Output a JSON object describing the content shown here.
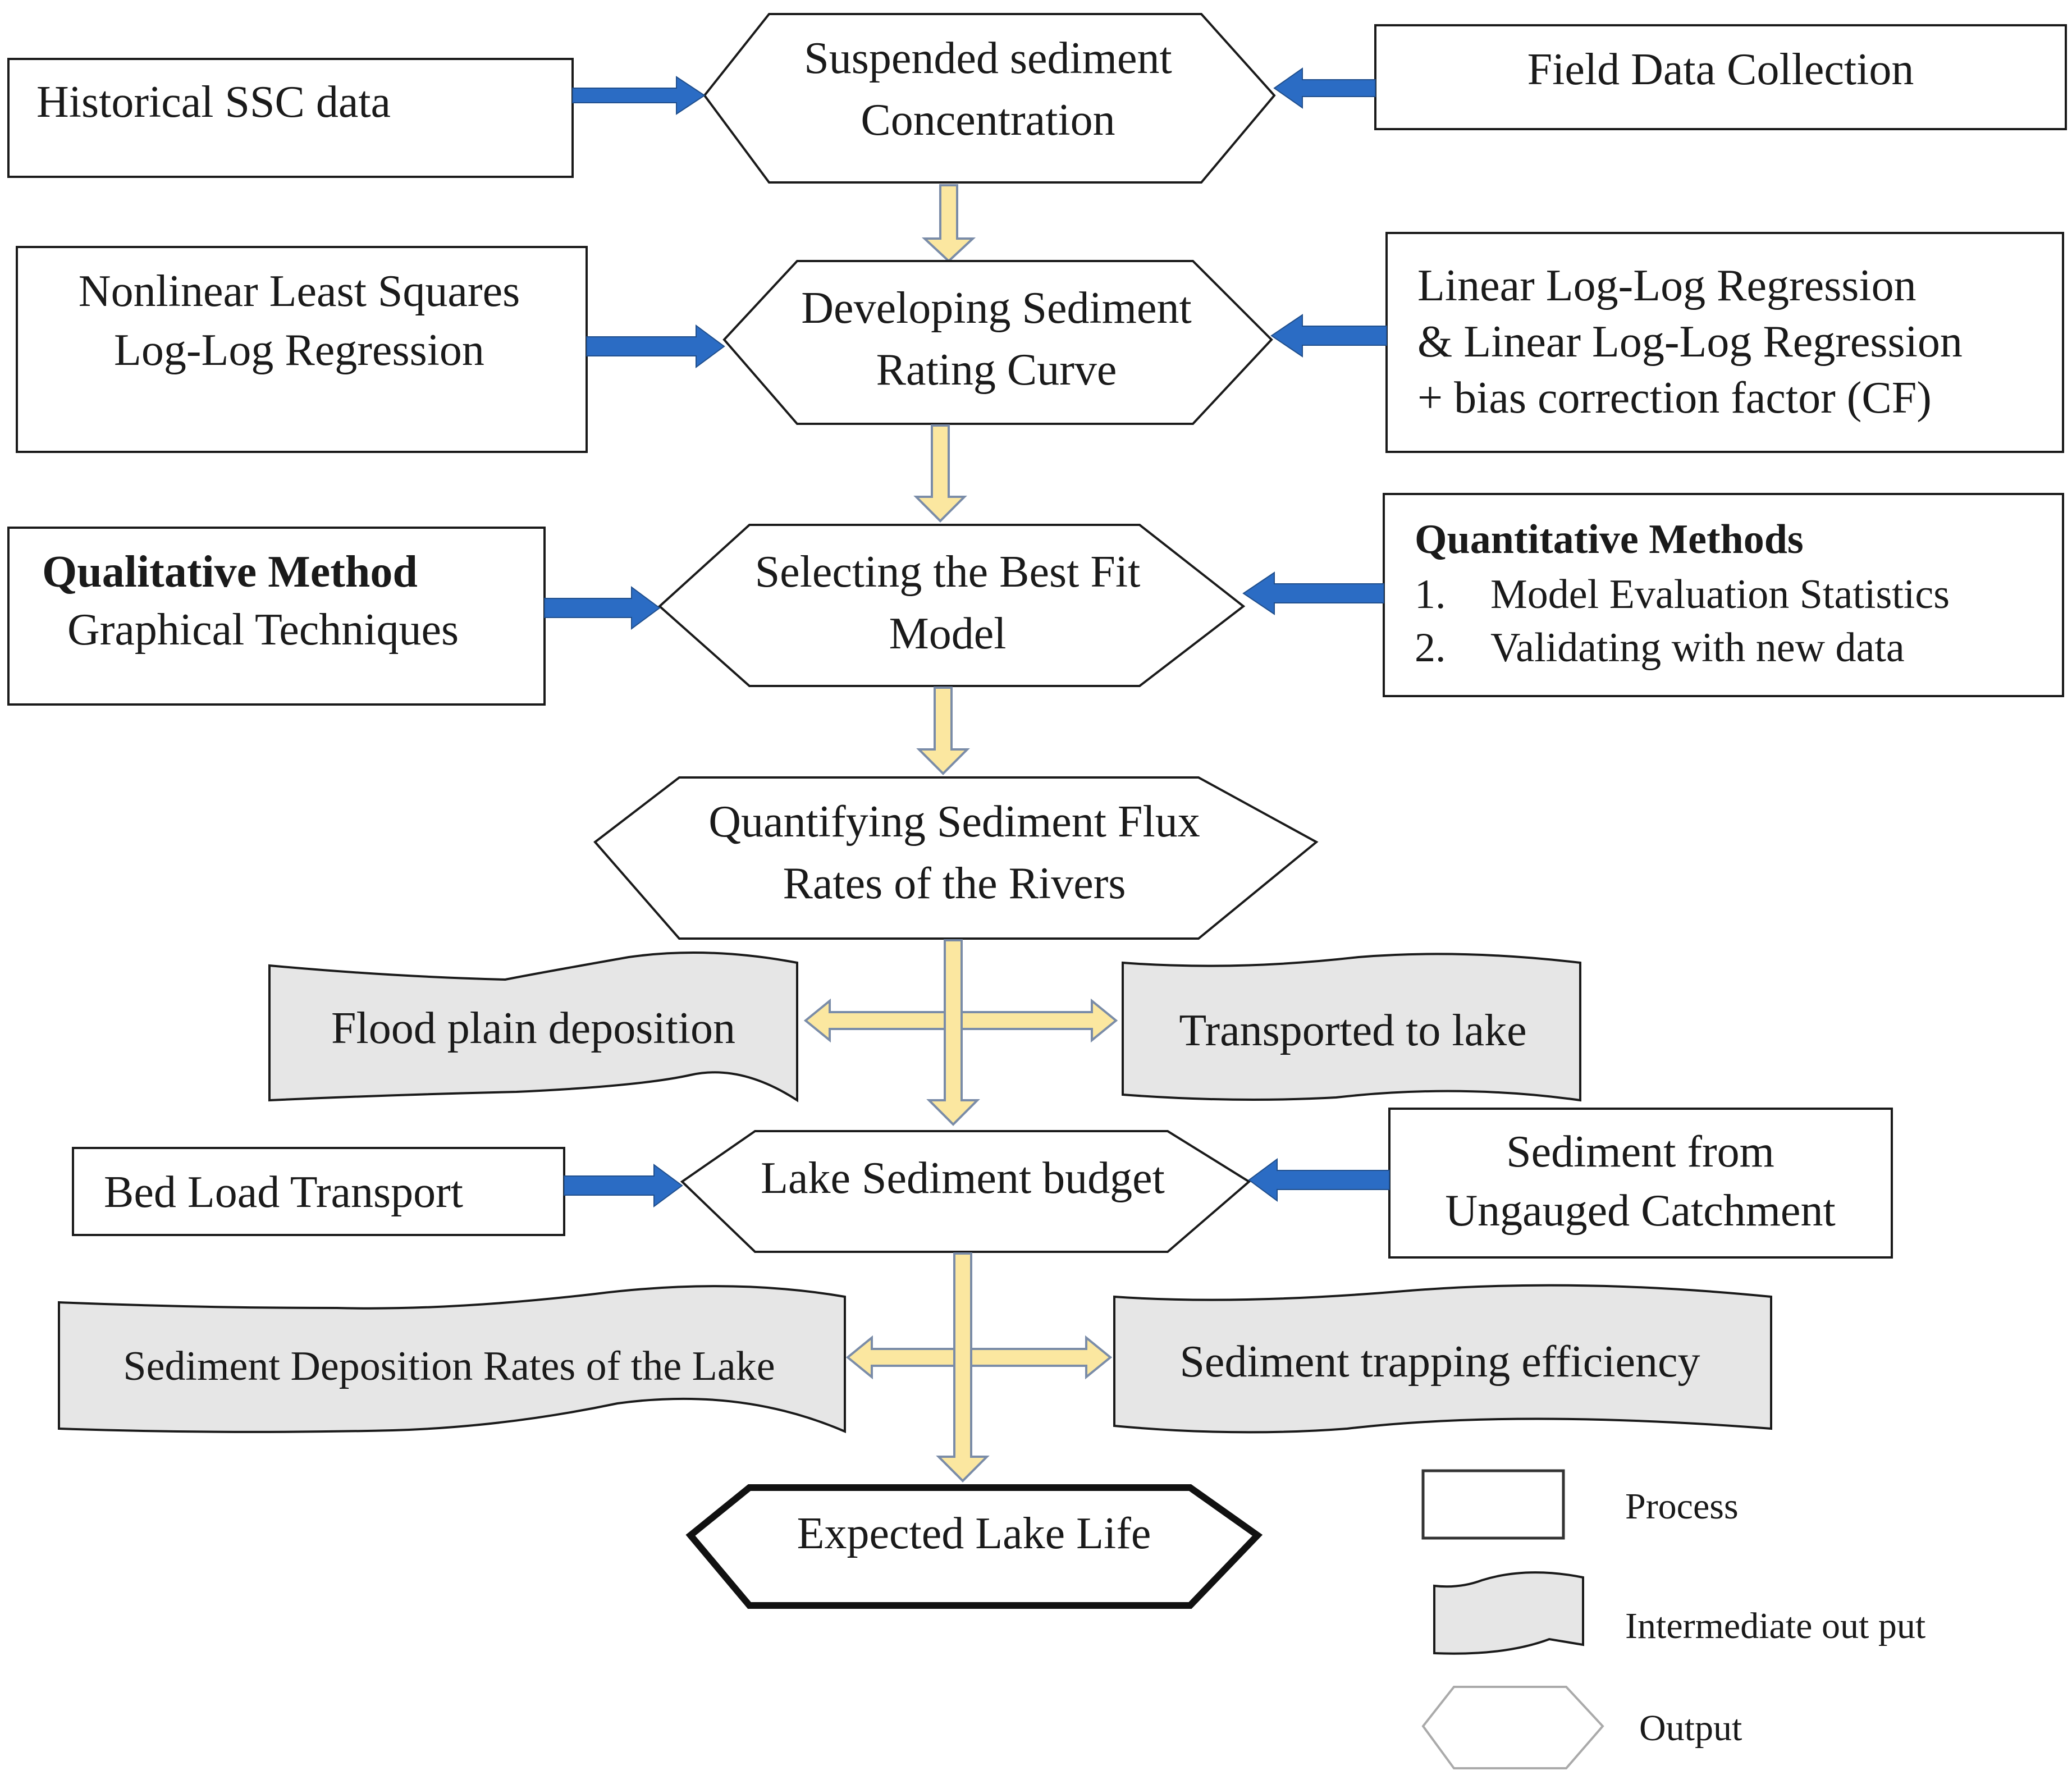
{
  "nodes": {
    "historical_ssc": "Historical SSC data",
    "ssc_line1": "Suspended sediment",
    "ssc_line2": "Concentration",
    "field_data": "Field Data Collection",
    "nlls_line1": "Nonlinear Least Squares",
    "nlls_line2": "Log-Log Regression",
    "dev_line1": "Developing Sediment",
    "dev_line2": "Rating Curve",
    "linear_line1": "Linear Log-Log Regression",
    "linear_line2": "& Linear Log-Log Regression",
    "linear_line3": "+ bias correction factor (CF)",
    "qual_title": "Qualitative Method",
    "qual_sub": "Graphical Techniques",
    "select_line1": "Selecting the Best Fit",
    "select_line2": "Model",
    "quant_title": "Quantitative Methods",
    "quant_item1_num": "1.",
    "quant_item1": "Model Evaluation Statistics",
    "quant_item2_num": "2.",
    "quant_item2": "Validating with new data",
    "flux_line1": "Quantifying Sediment Flux",
    "flux_line2": "Rates of the Rivers",
    "flood_plain": "Flood plain deposition",
    "transported": "Transported to lake",
    "bed_load": "Bed Load Transport",
    "budget": "Lake Sediment budget",
    "ungauged_line1": "Sediment from",
    "ungauged_line2": "Ungauged Catchment",
    "deposition_rates": "Sediment Deposition Rates of the Lake",
    "trapping": "Sediment trapping efficiency",
    "lake_life": "Expected Lake Life"
  },
  "legend": {
    "process": "Process",
    "intermediate": "Intermediate out put",
    "output": "Output"
  },
  "colors": {
    "blue_arrow": "#2b6cc4",
    "yellow_arrow": "#fbe7a0",
    "doc_fill": "#e6e6e6"
  }
}
